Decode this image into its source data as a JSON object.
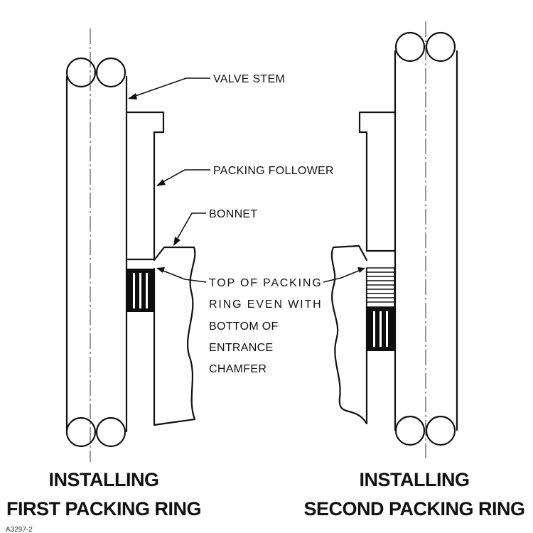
{
  "callouts": {
    "valve_stem": "VALVE STEM",
    "packing_follower": "PACKING FOLLOWER",
    "bonnet": "BONNET",
    "top_note": [
      "TOP OF PACKING",
      "RING EVEN WITH",
      "BOTTOM OF",
      "ENTRANCE",
      "CHAMFER"
    ]
  },
  "captions": {
    "left": [
      "INSTALLING",
      "FIRST PACKING RING"
    ],
    "right": [
      "INSTALLING",
      "SECOND PACKING RING"
    ]
  },
  "figure_number": "A3297-2"
}
